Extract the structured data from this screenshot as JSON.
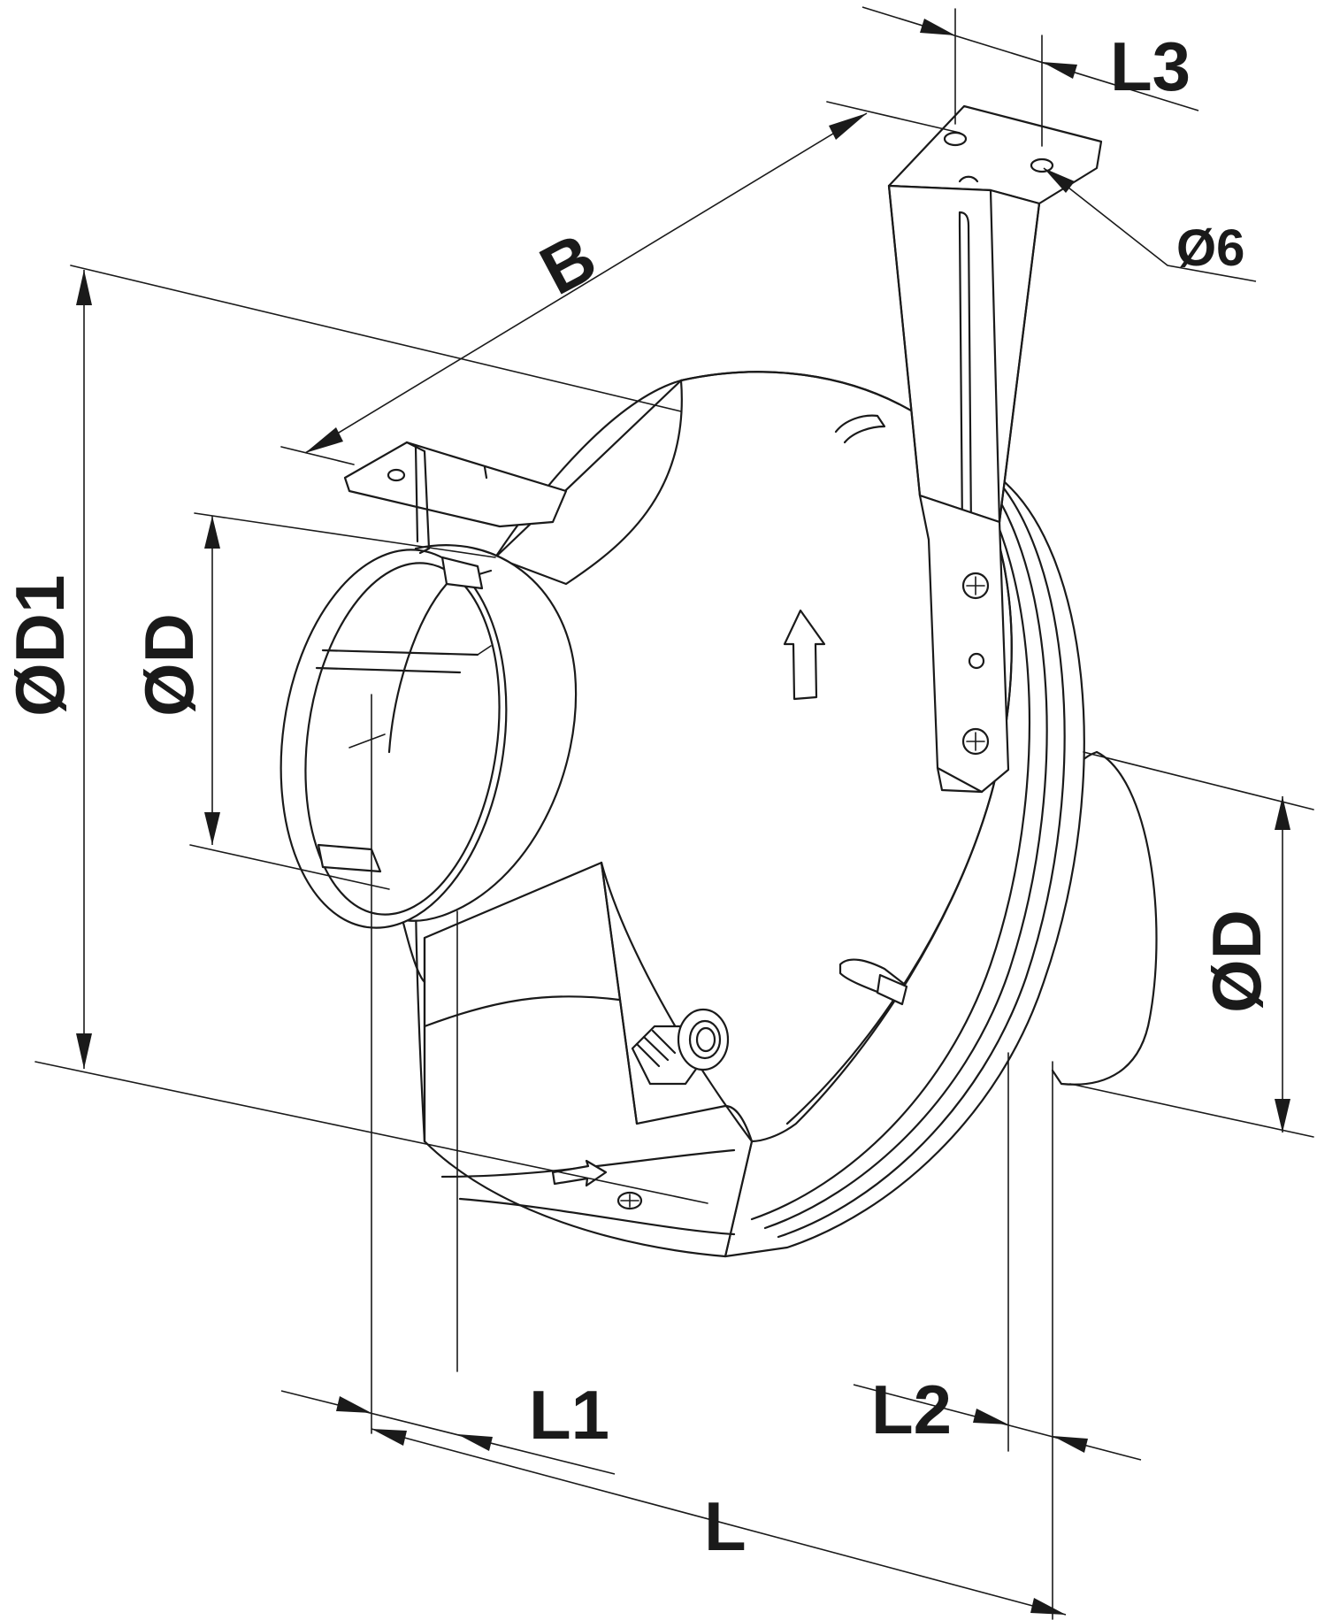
{
  "labels": {
    "b": "B",
    "d1": "ØD1",
    "d_inlet": "ØD",
    "d_outlet": "ØD",
    "l": "L",
    "l1": "L1",
    "l2": "L2",
    "l3": "L3",
    "hole": "Ø6"
  },
  "colors": {
    "line": "#1a1a1a",
    "background": "#ffffff"
  }
}
